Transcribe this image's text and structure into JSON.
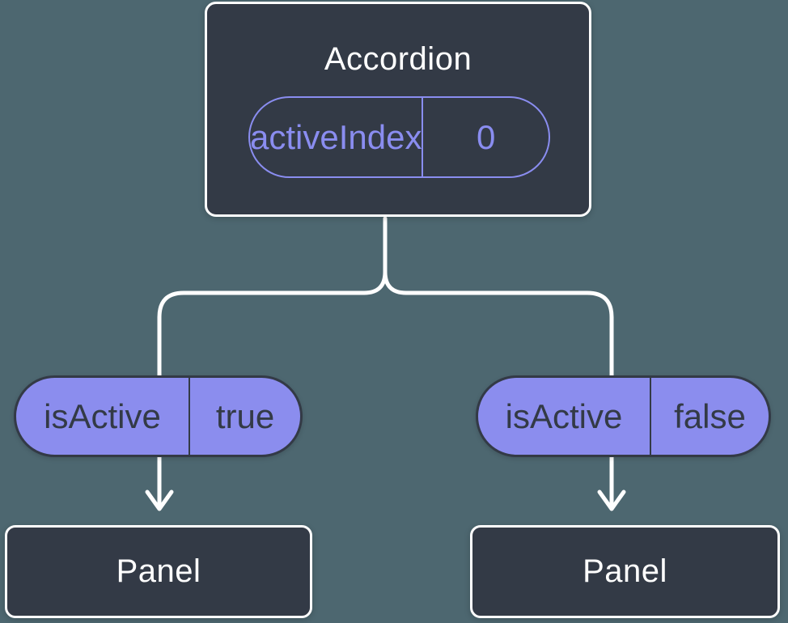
{
  "diagram": {
    "root": {
      "title": "Accordion",
      "prop": {
        "label": "activeIndex",
        "value": "0"
      }
    },
    "children": [
      {
        "prop": {
          "label": "isActive",
          "value": "true"
        },
        "node": {
          "title": "Panel"
        }
      },
      {
        "prop": {
          "label": "isActive",
          "value": "false"
        },
        "node": {
          "title": "Panel"
        }
      }
    ]
  },
  "colors": {
    "background": "#4d6770",
    "node-fill": "#333a46",
    "node-border": "#ffffff",
    "accent": "#8a8df0",
    "pill-fill": "#8b8dee",
    "pill-text": "#333a46",
    "connector": "#ffffff"
  }
}
